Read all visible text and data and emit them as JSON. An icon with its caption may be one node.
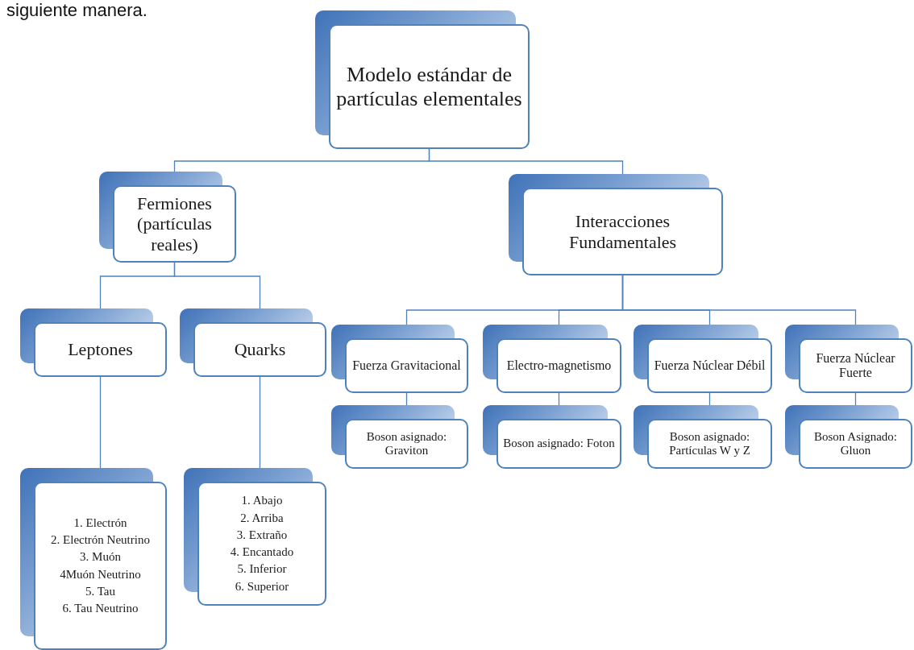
{
  "diagram": {
    "nodes": [
      {
        "text": [
          "Modelo estándar de partículas elementales"
        ]
      },
      {
        "text": [
          "Fermiones (partículas reales)"
        ]
      },
      {
        "text": [
          "Interacciones Fundamentales"
        ]
      },
      {
        "text": [
          "Leptones"
        ]
      },
      {
        "text": [
          "Quarks"
        ]
      },
      {
        "text": [
          "Fuerza Gravitacional"
        ]
      },
      {
        "text": [
          "Electro-magnetismo"
        ]
      },
      {
        "text": [
          "Fuerza Núclear Débil"
        ]
      },
      {
        "text": [
          "Fuerza Núclear Fuerte"
        ]
      },
      {
        "text": [
          "Boson asignado: Graviton"
        ]
      },
      {
        "text": [
          "Boson asignado: Foton"
        ]
      },
      {
        "text": [
          "Boson asignado: Partículas W y Z"
        ]
      },
      {
        "text": [
          "Boson Asignado: Gluon"
        ]
      },
      {
        "text": [
          "1. Electrón",
          "2. Electrón Neutrino",
          "3. Muón",
          "4Muón Neutrino",
          "5. Tau",
          "6. Tau Neutrino"
        ]
      },
      {
        "text": [
          "1. Abajo",
          "2. Arriba",
          "3. Extraño",
          "4. Encantado",
          "5. Inferior",
          "6. Superior"
        ]
      }
    ],
    "edges": [
      {
        "from": 0,
        "to": 1,
        "arrow": "none"
      },
      {
        "from": 0,
        "to": 2,
        "arrow": "none"
      },
      {
        "from": 1,
        "to": 3,
        "arrow": "none"
      },
      {
        "from": 1,
        "to": 4,
        "arrow": "none"
      },
      {
        "from": 2,
        "to": 5,
        "arrow": "none"
      },
      {
        "from": 2,
        "to": 6,
        "arrow": "none"
      },
      {
        "from": 2,
        "to": 7,
        "arrow": "none"
      },
      {
        "from": 2,
        "to": 8,
        "arrow": "none"
      },
      {
        "from": 3,
        "to": 13,
        "arrow": "none"
      },
      {
        "from": 4,
        "to": 14,
        "arrow": "none"
      },
      {
        "from": 5,
        "to": 9,
        "arrow": "none"
      },
      {
        "from": 6,
        "to": 10,
        "arrow": "none"
      },
      {
        "from": 7,
        "to": 11,
        "arrow": "none"
      },
      {
        "from": 8,
        "to": 12,
        "arrow": "none"
      }
    ],
    "labels": [
      "siguiente manera."
    ]
  }
}
